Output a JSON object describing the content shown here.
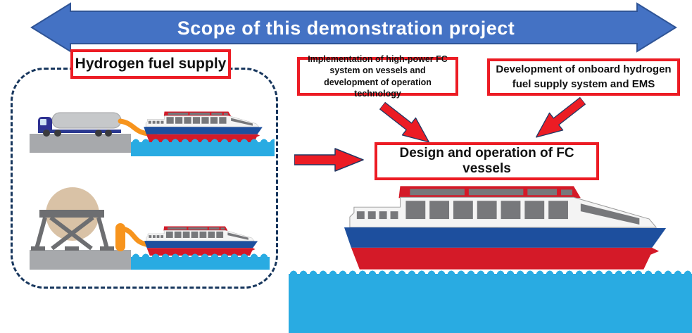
{
  "banner": {
    "label": "Scope of this demonstration project"
  },
  "hydrogen_panel": {
    "title": "Hydrogen fuel supply"
  },
  "callouts": {
    "implementation": {
      "label": "Implementation of high-power FC system on vessels and development of operation technology"
    },
    "development": {
      "label": "Development of onboard hydrogen fuel supply system and EMS"
    },
    "design": {
      "label": "Design and operation of FC vessels"
    }
  },
  "icons": {
    "banner_arrow": "blue-double-headed-arrow",
    "flow_arrow": "red-arrow-right",
    "diag_arrow_left": "red-arrow-down-right",
    "diag_arrow_right": "red-arrow-down-left",
    "truck": "hydrogen-tanker-truck",
    "sphere_tank": "spherical-hydrogen-storage-tank",
    "dispenser": "fuel-dispenser",
    "hose": "orange-fuel-hose",
    "vessel": "fc-passenger-vessel",
    "dock": "quay-dock",
    "water": "sea-water"
  },
  "colors": {
    "banner_fill": "#4472C4",
    "banner_stroke": "#2F5496",
    "accent_red": "#EC1C24",
    "dash_navy": "#17365D",
    "water_blue": "#29ABE2",
    "hull_red": "#D41A28",
    "stripe_blue": "#1D4F9E",
    "window_gray": "#77787B",
    "dock_gray": "#A7A9AC",
    "sphere_tan": "#D9C2A6",
    "structure_gray": "#6D6E71",
    "hose_orange": "#F7941D",
    "truck_cab_blue": "#2E3192",
    "tanker_gray": "#C6C8CA"
  }
}
